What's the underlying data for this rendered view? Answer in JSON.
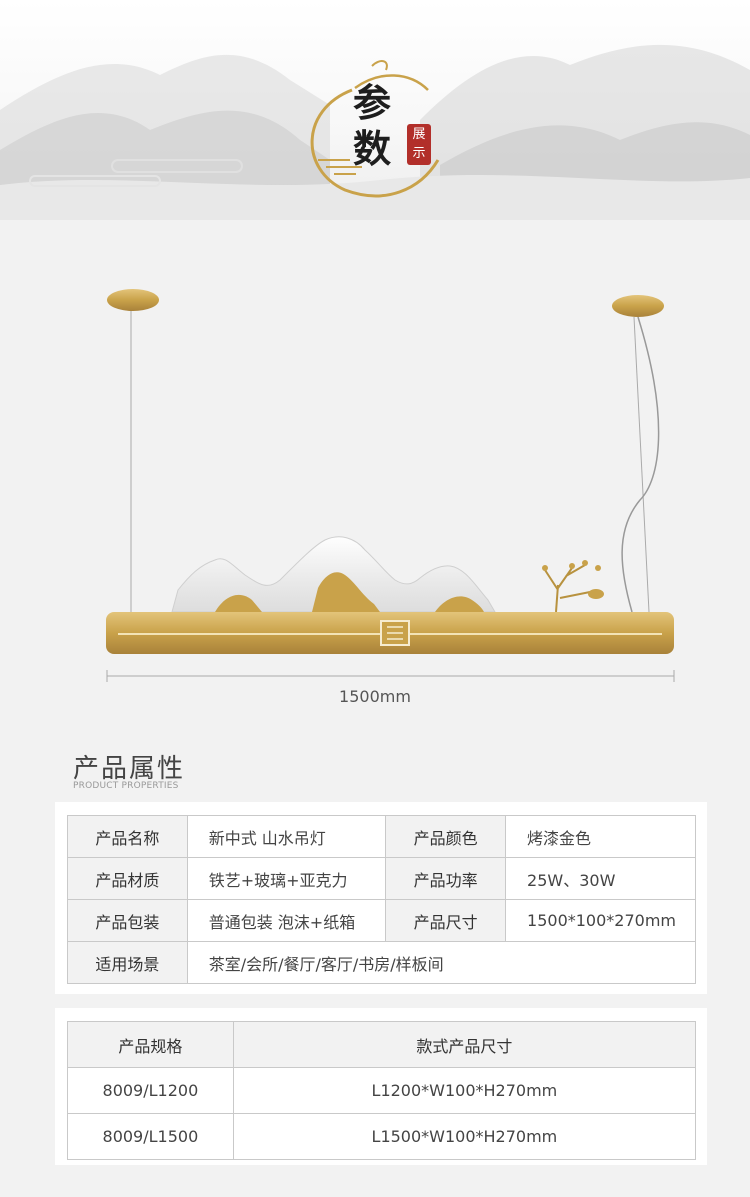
{
  "banner": {
    "title_line1": "参",
    "title_line2": "数",
    "tag": "展示"
  },
  "product": {
    "width_label": "1500mm"
  },
  "section": {
    "title": "产品属性",
    "subtitle": "PRODUCT PROPERTIES"
  },
  "attributes": {
    "rows": [
      {
        "k1": "产品名称",
        "v1": "新中式 山水吊灯",
        "k2": "产品颜色",
        "v2": "烤漆金色"
      },
      {
        "k1": "产品材质",
        "v1": "铁艺+玻璃+亚克力",
        "k2": "产品功率",
        "v2": "25W、30W"
      },
      {
        "k1": "产品包装",
        "v1": "普通包装 泡沫+纸箱",
        "k2": "产品尺寸",
        "v2": "1500*100*270mm"
      },
      {
        "k1": "适用场景",
        "v1": "茶室/会所/餐厅/客厅/书房/样板间"
      }
    ]
  },
  "specs": {
    "headers": [
      "产品规格",
      "款式产品尺寸"
    ],
    "rows": [
      [
        "8009/L1200",
        "L1200*W100*H270mm"
      ],
      [
        "8009/L1500",
        "L1500*W100*H270mm"
      ]
    ]
  },
  "colors": {
    "gold": "#c9a24a",
    "seal_red": "#b22f2a",
    "ink": "#1e1e1e"
  }
}
